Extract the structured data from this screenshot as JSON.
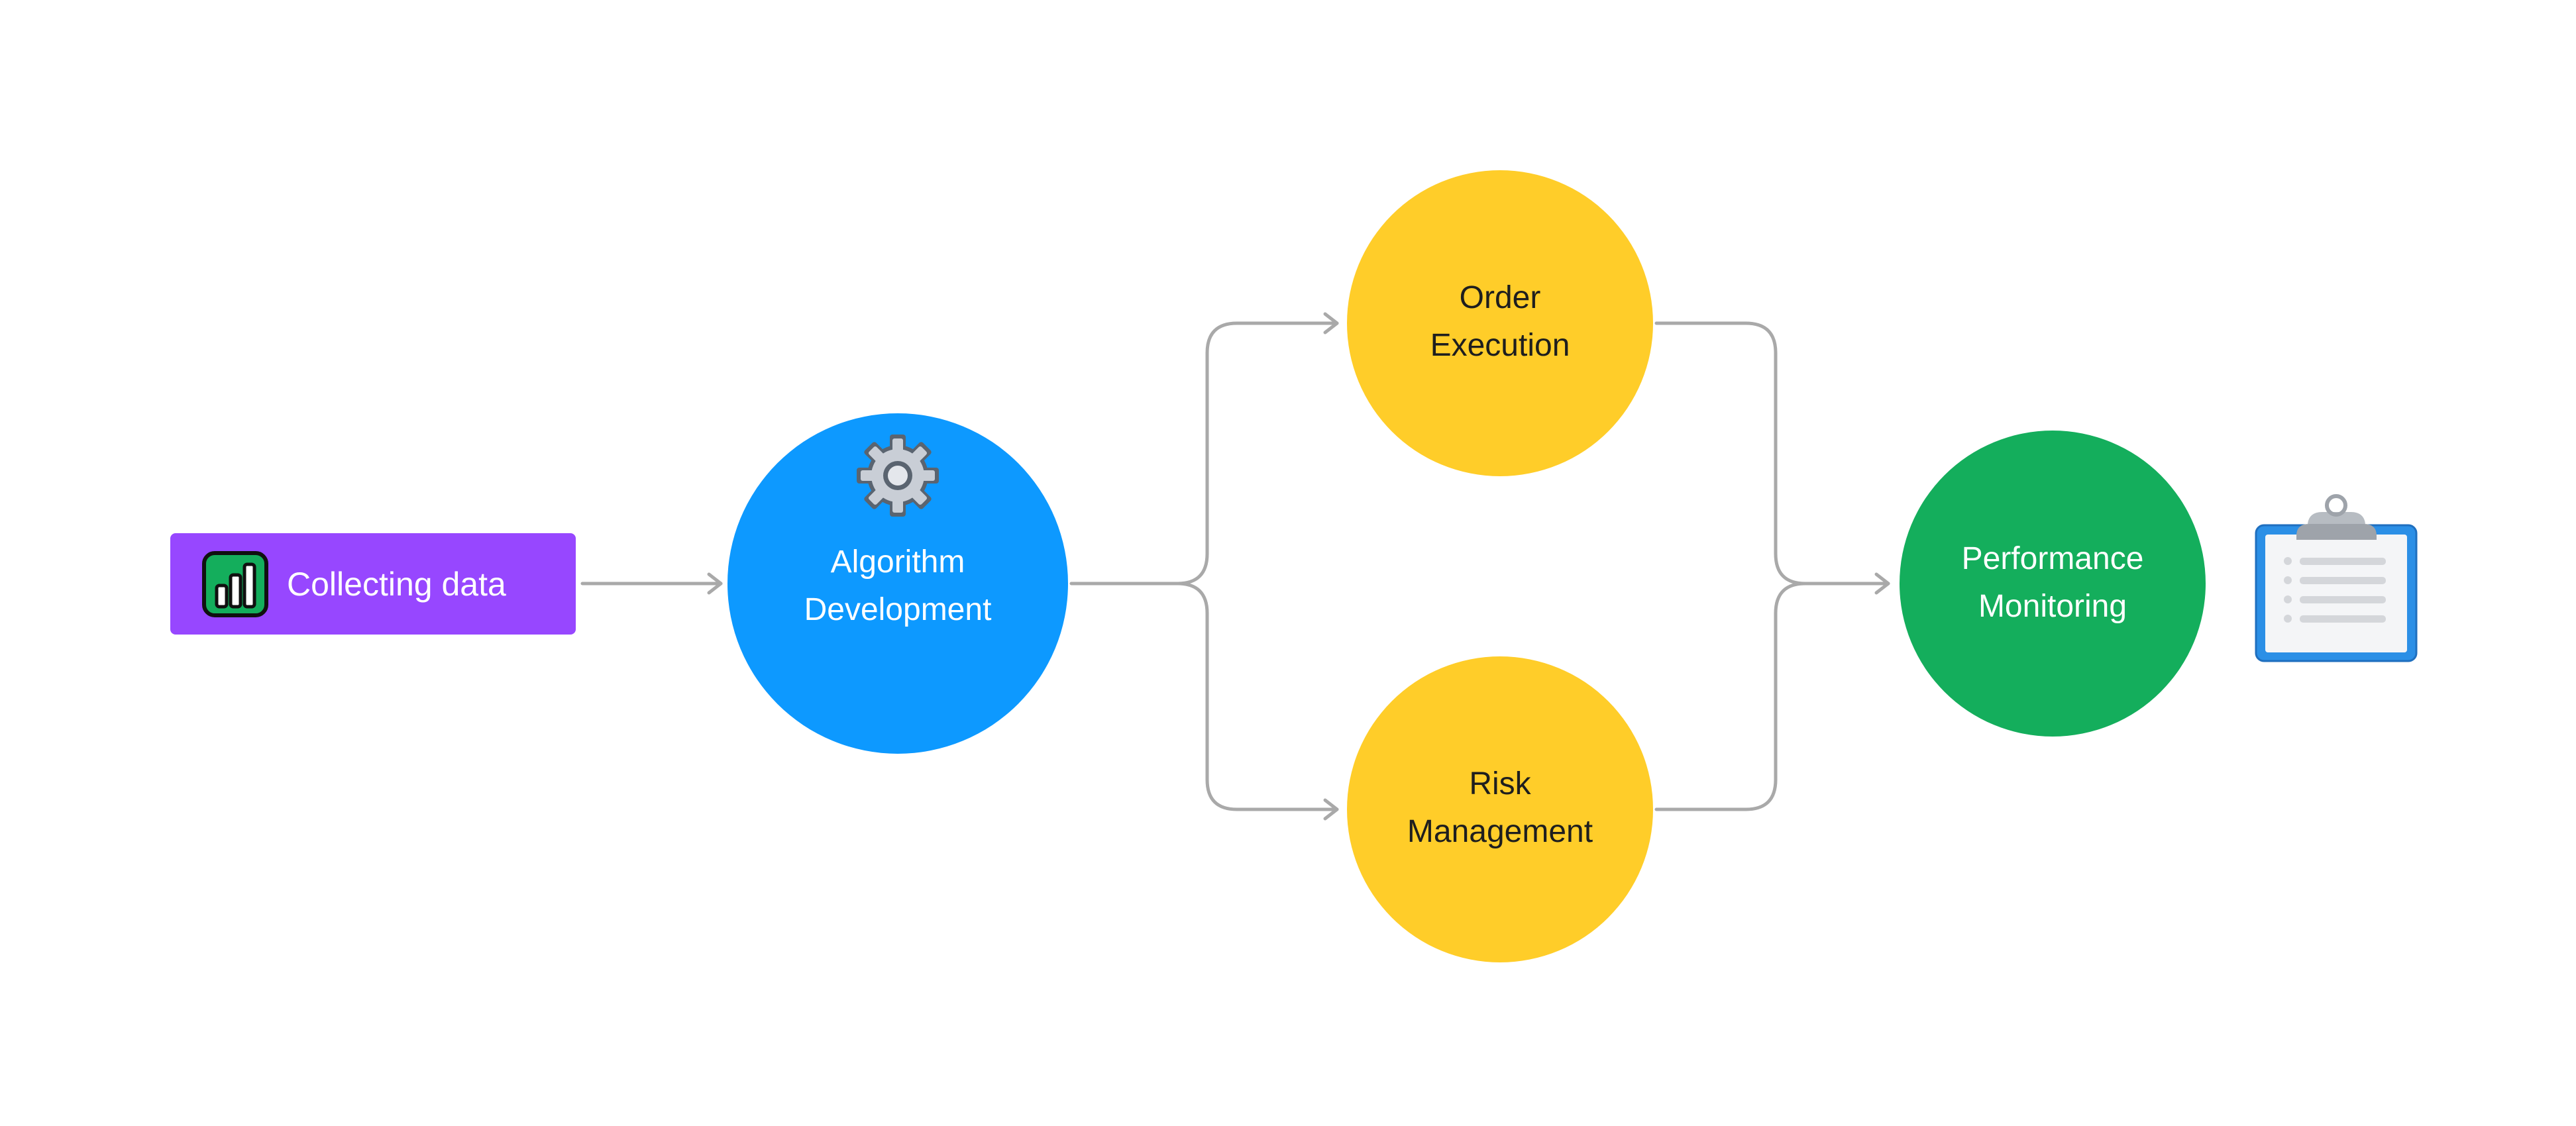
{
  "colors": {
    "background": "#ffffff",
    "connector": "#a9a9a9",
    "collecting": "#9747ff",
    "algorithm": "#0d99ff",
    "execution": "#ffcd29",
    "risk": "#ffcd29",
    "performance": "#14ae5c",
    "light_text": "#ffffff",
    "dark_text": "#1e1e1e"
  },
  "nodes": {
    "collecting": {
      "label": "Collecting data",
      "icon": "bar-chart-icon"
    },
    "algorithm": {
      "label": "Algorithm\nDevelopment",
      "icon": "gear-icon"
    },
    "execution": {
      "label": "Order\nExecution"
    },
    "risk": {
      "label": "Risk\nManagement"
    },
    "performance": {
      "label": "Performance\nMonitoring",
      "icon": "clipboard-icon"
    }
  }
}
